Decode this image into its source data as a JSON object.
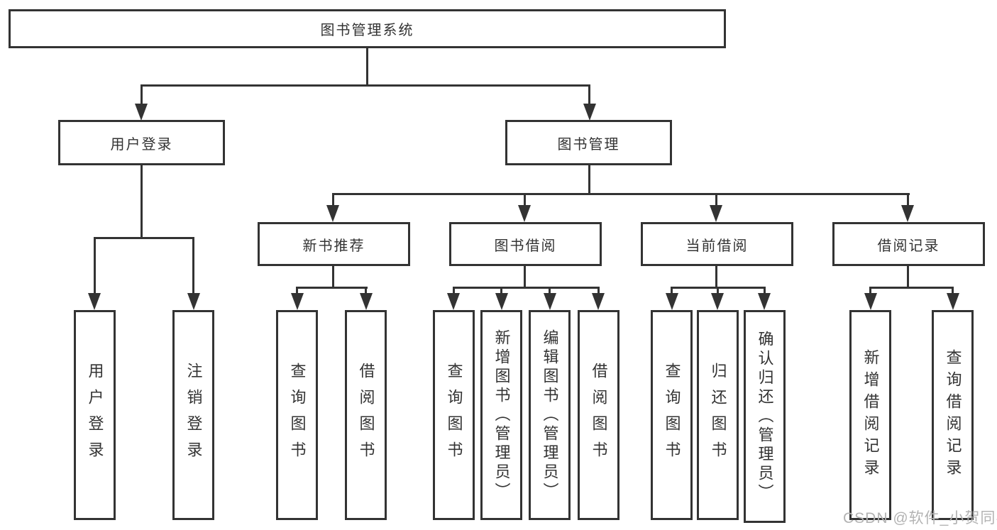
{
  "nodes": {
    "root": "图书管理系统",
    "user_login": "用户登录",
    "book_mgmt": "图书管理",
    "new_book_rec": "新书推荐",
    "book_borrow": "图书借阅",
    "current_borrow": "当前借阅",
    "borrow_records": "借阅记录",
    "leaf_user_login": "用户登录",
    "leaf_logout": "注销登录",
    "leaf_query_book_rec": "查询图书",
    "leaf_borrow_book_rec": "借阅图书",
    "leaf_query_book_borrow": "查询图书",
    "leaf_add_book_admin": "新增图书（管理员）",
    "leaf_edit_book_admin": "编辑图书（管理员）",
    "leaf_borrow_book_borrow": "借阅图书",
    "leaf_query_book_current": "查询图书",
    "leaf_return_book": "归还图书",
    "leaf_confirm_return_admin": "确认归还（管理员）",
    "leaf_add_borrow_record": "新增借阅记录",
    "leaf_query_borrow_record": "查询借阅记录"
  },
  "watermark": "CSDN @软件_小贺同学",
  "colors": {
    "line": "#333333",
    "text": "#333333",
    "watermark": "#b3b3b3",
    "background": "#ffffff"
  }
}
